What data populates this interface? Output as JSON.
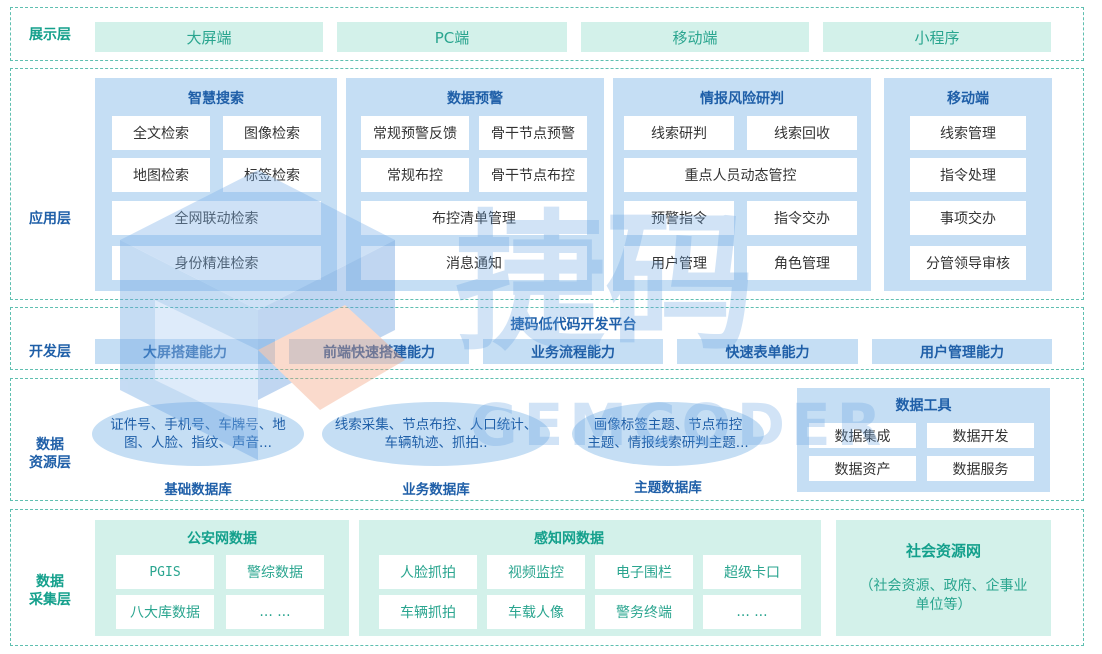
{
  "display_layer": {
    "label": "展示层",
    "items": [
      "大屏端",
      "PC端",
      "移动端",
      "小程序"
    ]
  },
  "app_layer": {
    "label": "应用层",
    "search": {
      "title": "智慧搜索",
      "items": [
        "全文检索",
        "图像检索",
        "地图检索",
        "标签检索",
        "全网联动检索",
        "身份精准检索"
      ]
    },
    "warning": {
      "title": "数据预警",
      "items": [
        "常规预警反馈",
        "骨干节点预警",
        "常规布控",
        "骨干节点布控",
        "布控清单管理",
        "消息通知"
      ]
    },
    "intel": {
      "title": "情报风险研判",
      "items": [
        "线索研判",
        "线索回收",
        "重点人员动态管控",
        "预警指令",
        "指令交办",
        "用户管理",
        "角色管理"
      ]
    },
    "mobile": {
      "title": "移动端",
      "items": [
        "线索管理",
        "指令处理",
        "事项交办",
        "分管领导审核"
      ]
    }
  },
  "dev_layer": {
    "label": "开发层",
    "platform": "捷码低代码开发平台",
    "items": [
      "大屏搭建能力",
      "前端快速搭建能力",
      "业务流程能力",
      "快速表单能力",
      "用户管理能力"
    ]
  },
  "data_layer": {
    "label_line1": "数据",
    "label_line2": "资源层",
    "dbs": [
      {
        "line1": "证件号、手机号、车牌号、地",
        "line2": "图、人脸、指纹、声音...",
        "name": "基础数据库"
      },
      {
        "line1": "线索采集、节点布控、人口统计、",
        "line2": "车辆轨迹、抓拍..",
        "name": "业务数据库"
      },
      {
        "line1": "画像标签主题、节点布控",
        "line2": "主题、情报线索研判主题...",
        "name": "主题数据库"
      }
    ],
    "tools": {
      "title": "数据工具",
      "items": [
        "数据集成",
        "数据开发",
        "数据资产",
        "数据服务"
      ]
    }
  },
  "collect_layer": {
    "label_line1": "数据",
    "label_line2": "采集层",
    "police": {
      "title": "公安网数据",
      "items": [
        "PGIS",
        "警综数据",
        "八大库数据",
        "... ..."
      ]
    },
    "sensing": {
      "title": "感知网数据",
      "items": [
        "人脸抓拍",
        "视频监控",
        "电子围栏",
        "超级卡口",
        "车辆抓拍",
        "车载人像",
        "警务终端",
        "... ..."
      ]
    },
    "social": {
      "title": "社会资源网",
      "desc_line1": "（社会资源、政府、企事业",
      "desc_line2": "单位等）"
    }
  },
  "watermark": {
    "text_cn": "捷码",
    "text_en": "GEMCODER"
  },
  "colors": {
    "dark_blue": "#1f5fa8",
    "panel_blue": "#c5def4",
    "teal": "#14a08c",
    "mint": "#d3f1ea",
    "dashed_border": "#5fbfb0"
  }
}
